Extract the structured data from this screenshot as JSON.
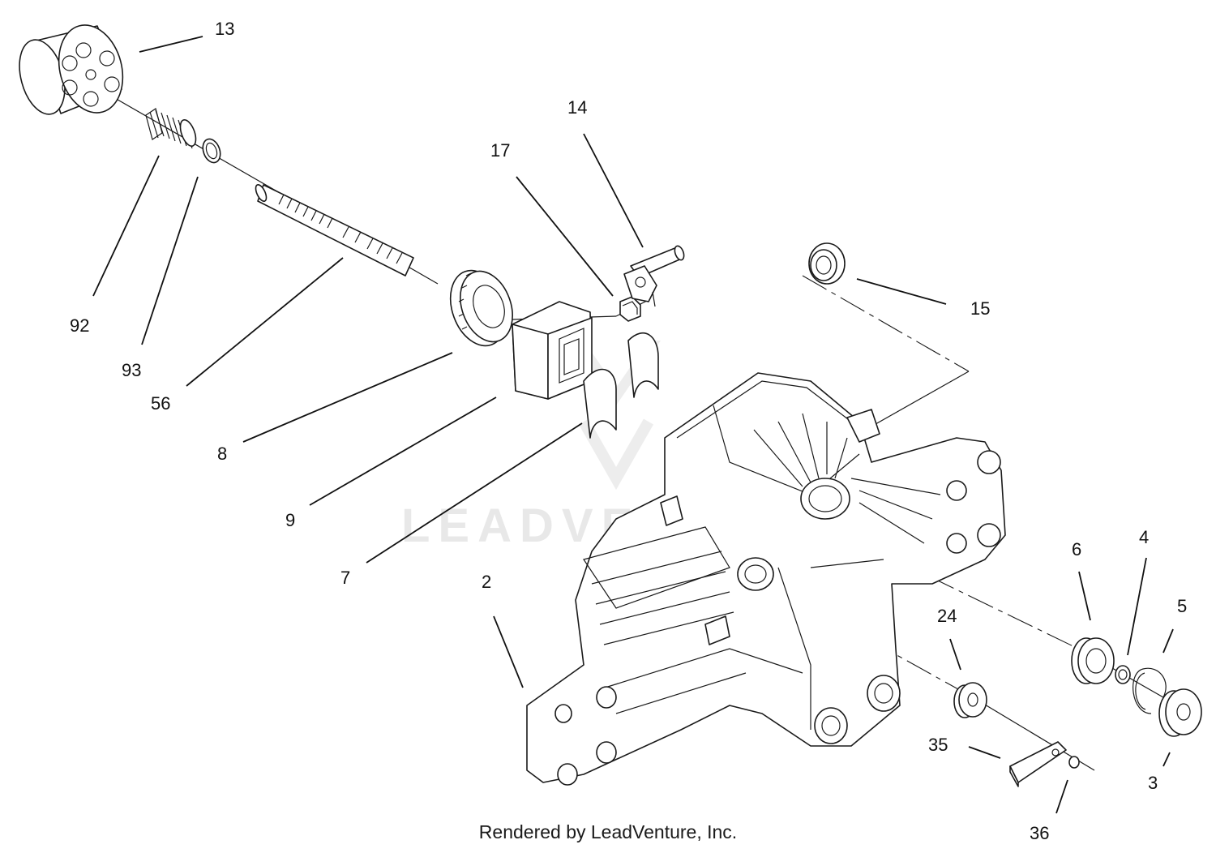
{
  "watermark": "LEADVENTURE",
  "credit": "Rendered by LeadVenture, Inc.",
  "callouts": {
    "c13": "13",
    "c92": "92",
    "c93": "93",
    "c56": "56",
    "c14": "14",
    "c17": "17",
    "c15": "15",
    "c8": "8",
    "c9": "9",
    "c7": "7",
    "c2": "2",
    "c6": "6",
    "c4": "4",
    "c5": "5",
    "c24": "24",
    "c35": "35",
    "c3": "3",
    "c36": "36"
  }
}
